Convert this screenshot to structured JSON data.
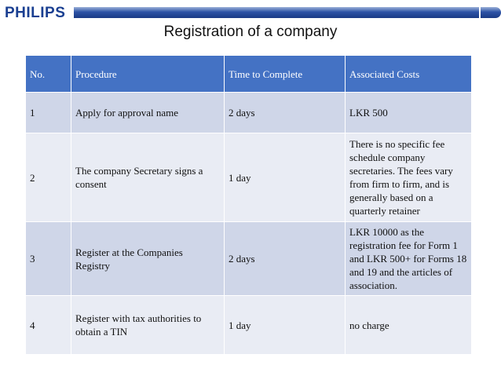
{
  "header": {
    "logo": "PHILIPS",
    "accent": "#1a3f91"
  },
  "title": "Registration of a company",
  "table": {
    "columns": [
      "No.",
      "Procedure",
      "Time to Complete",
      "Associated Costs"
    ],
    "rows": [
      {
        "no": "1",
        "procedure": "Apply for approval name",
        "time": "2 days",
        "cost": "LKR 500"
      },
      {
        "no": "2",
        "procedure": "The company Secretary signs a consent",
        "time": "1 day",
        "cost": "There is no specific fee schedule company secretaries. The fees vary from firm to firm, and is generally based on a quarterly retainer"
      },
      {
        "no": "3",
        "procedure": "Register at the Companies Registry",
        "time": "2 days",
        "cost": "LKR 10000 as the registration fee for Form 1 and LKR 500+ for Forms 18 and 19 and the articles of association."
      },
      {
        "no": "4",
        "procedure": "Register with tax authorities to obtain a TIN",
        "time": "1 day",
        "cost": "no charge"
      }
    ],
    "colors": {
      "header": "#4472c4",
      "row_odd": "#cfd6e8",
      "row_even": "#e9ecf4"
    }
  }
}
